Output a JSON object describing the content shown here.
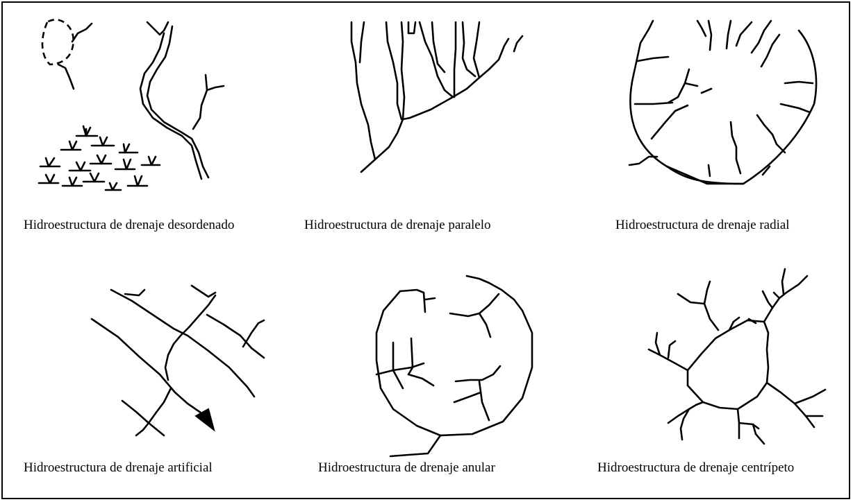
{
  "captions": {
    "disordered": "Hidroestructura de drenaje desordenado",
    "parallel": "Hidroestructura de drenaje paralelo",
    "radial": "Hidroestructura de drenaje radial",
    "artificial": "Hidroestructura de drenaje artificial",
    "annular": "Hidroestructura de drenaje anular",
    "centripetal": "Hidroestructura de drenaje centrípeto"
  }
}
